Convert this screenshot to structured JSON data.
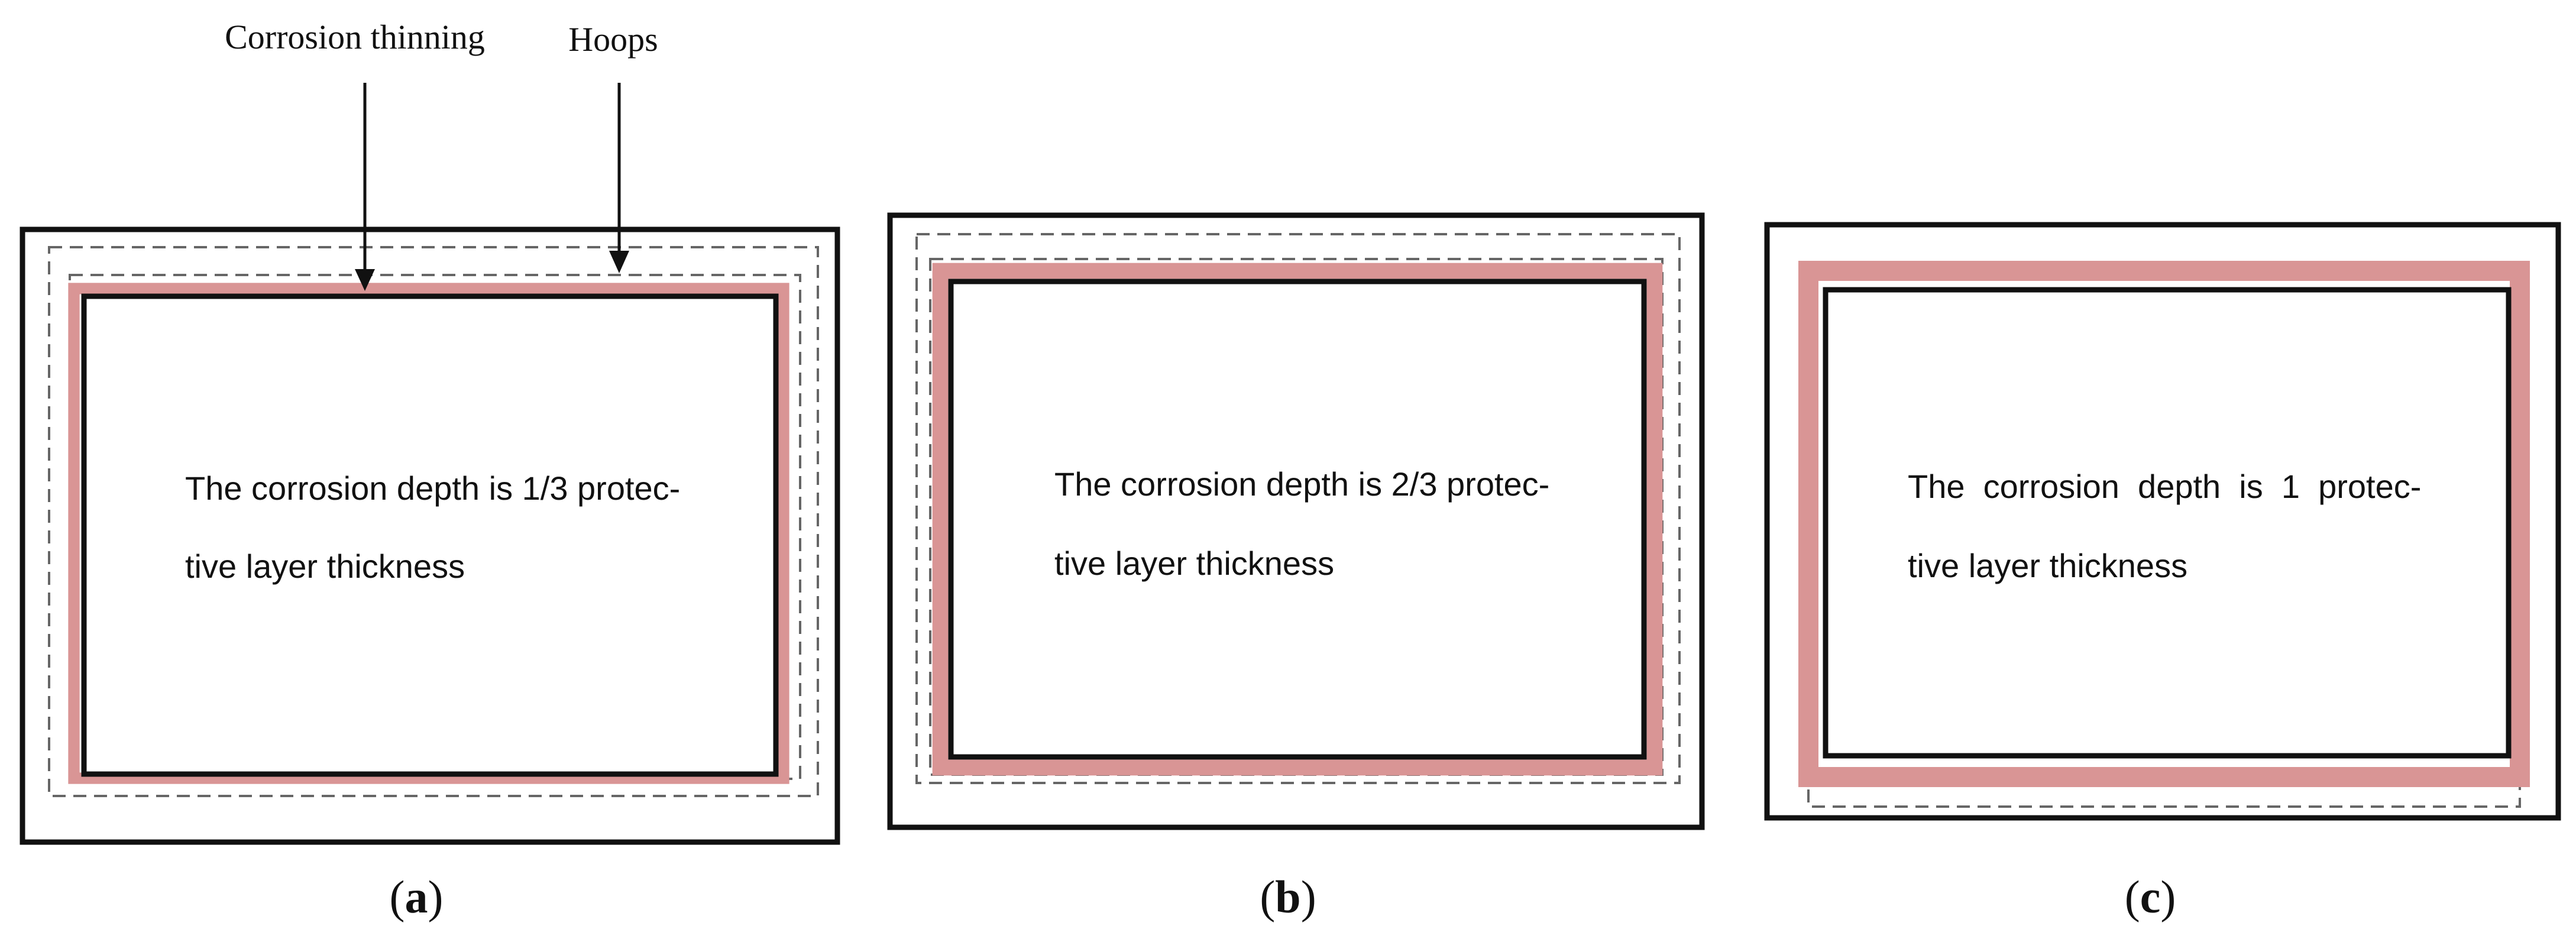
{
  "annotations": {
    "corrosion_thinning": "Corrosion thinning",
    "hoops": "Hoops"
  },
  "panels": [
    {
      "caption_open": "(",
      "caption_letter": "a",
      "caption_close": ")",
      "line1": "The corrosion depth is 1/3 protec-",
      "line2": "tive layer thickness",
      "corrosion_depth_fraction": 0.333
    },
    {
      "caption_open": "(",
      "caption_letter": "b",
      "caption_close": ")",
      "line1": "The corrosion depth is 2/3 protec-",
      "line2": "tive layer thickness",
      "corrosion_depth_fraction": 0.667
    },
    {
      "caption_open": "(",
      "caption_letter": "c",
      "caption_close": ")",
      "line1": "The  corrosion  depth  is  1  protec-",
      "line2": "tive layer thickness",
      "corrosion_depth_fraction": 1.0
    }
  ],
  "colors": {
    "corrosion": "#d99595",
    "outline": "#111111",
    "hoop_dash": "#666666"
  }
}
